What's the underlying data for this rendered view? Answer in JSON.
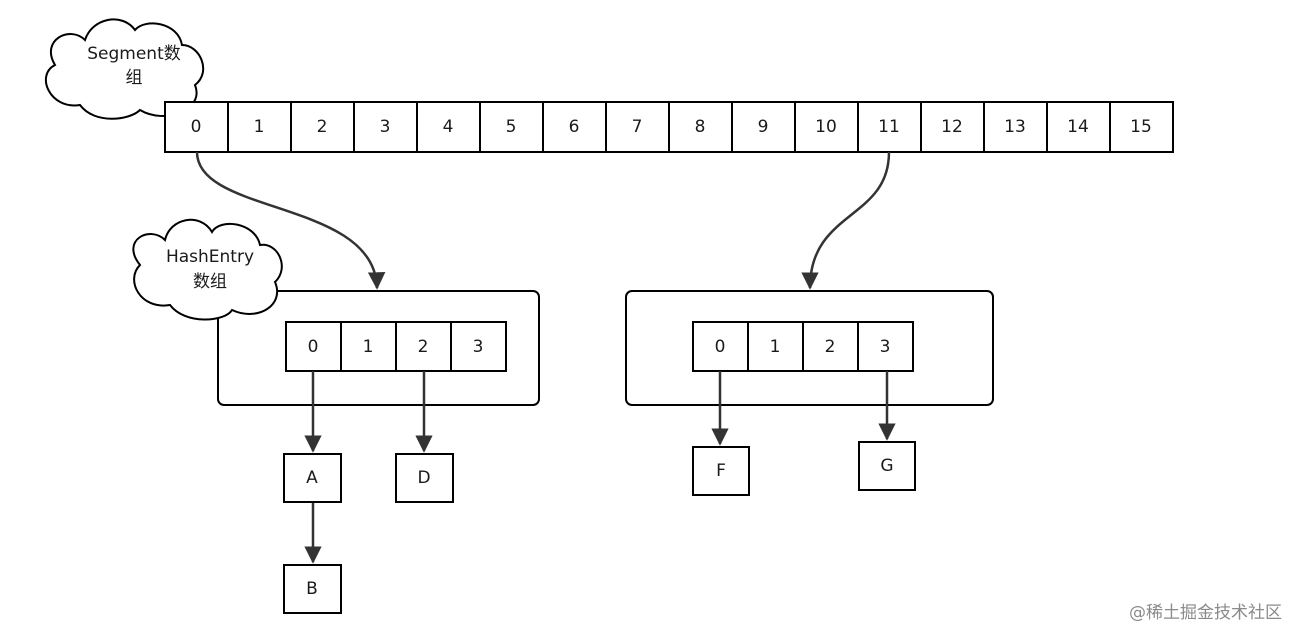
{
  "segment_label_line1": "Segment数",
  "segment_label_line2": "组",
  "hashentry_label_line1": "HashEntry",
  "hashentry_label_line2": "数组",
  "segments": [
    "0",
    "1",
    "2",
    "3",
    "4",
    "5",
    "6",
    "7",
    "8",
    "9",
    "10",
    "11",
    "12",
    "13",
    "14",
    "15"
  ],
  "left_entries": [
    "0",
    "1",
    "2",
    "3"
  ],
  "right_entries": [
    "0",
    "1",
    "2",
    "3"
  ],
  "nodes": {
    "a": "A",
    "b": "B",
    "d": "D",
    "f": "F",
    "g": "G"
  },
  "watermark": "@稀土掘金技术社区"
}
